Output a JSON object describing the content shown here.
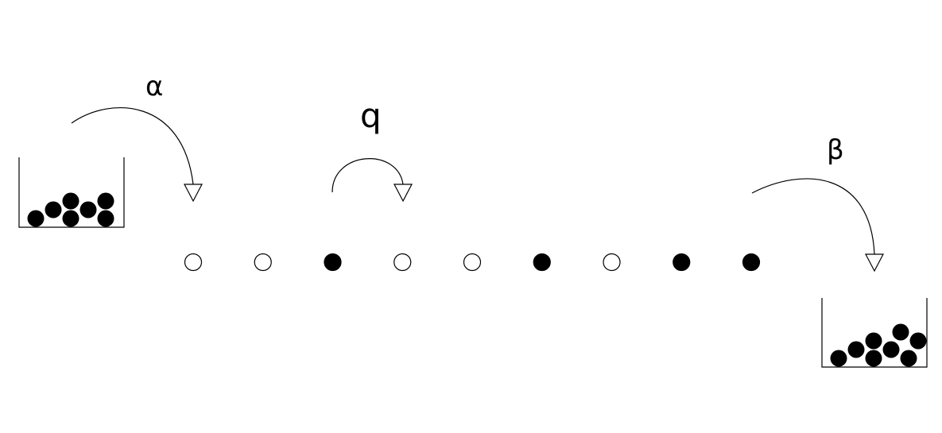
{
  "labels": {
    "injection_rate": "α",
    "hop_rate": "q",
    "extraction_rate": "β"
  },
  "lattice": [
    "empty",
    "empty",
    "filled",
    "empty",
    "empty",
    "filled",
    "empty",
    "filled",
    "filled"
  ],
  "colors": {
    "particle": "#000000",
    "empty_site": "#ffffff",
    "stroke": "#000000"
  }
}
